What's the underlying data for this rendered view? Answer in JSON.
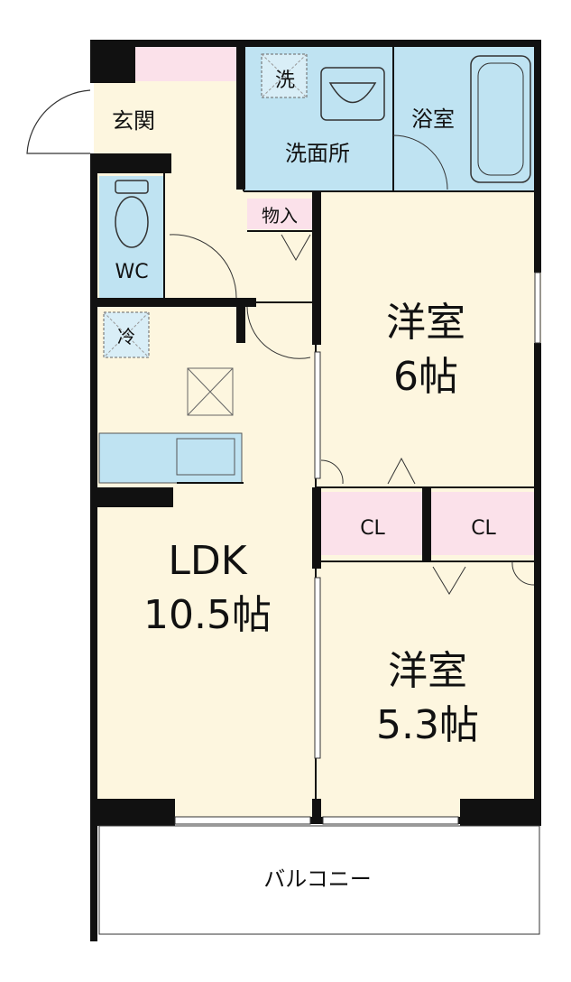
{
  "colors": {
    "wall": "#111111",
    "floor": "#fdf6df",
    "wet": "#bfe3f2",
    "storage": "#fbe1ea",
    "balcony": "#ffffff",
    "line": "#333333"
  },
  "rooms": {
    "entrance": "玄関",
    "washroom": "洗面所",
    "washer": "洗",
    "bath": "浴室",
    "storage_small": "物入",
    "wc": "WC",
    "fridge": "冷",
    "bedroom1": {
      "name": "洋室",
      "size": "6帖"
    },
    "ldk": {
      "name": "LDK",
      "size": "10.5帖"
    },
    "bedroom2": {
      "name": "洋室",
      "size": "5.3帖"
    },
    "closet1": "CL",
    "closet2": "CL",
    "balcony": "バルコニー"
  }
}
